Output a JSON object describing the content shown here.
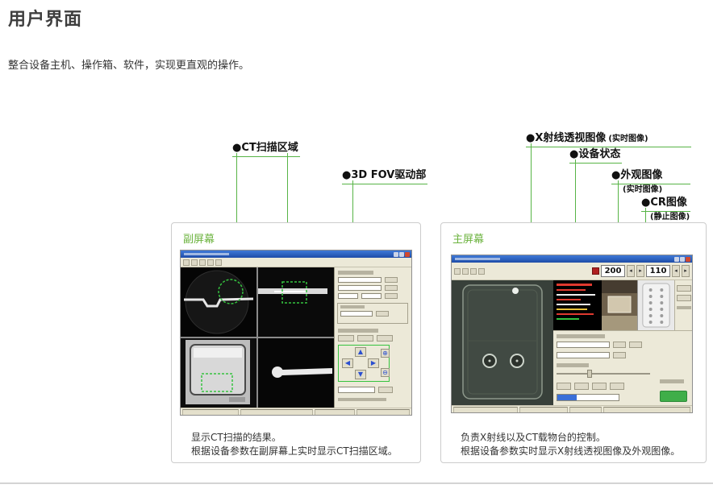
{
  "page": {
    "title": "用户界面",
    "subtitle": "整合设备主机、操作箱、软件，实现更直观的操作。"
  },
  "callouts": {
    "ct_area": {
      "label": "●CT扫描区域"
    },
    "fov_drive": {
      "label": "●3D FOV驱动部"
    },
    "xray_live": {
      "label": "●X射线透视图像",
      "note": "(实时图像)"
    },
    "device_status": {
      "label": "●设备状态"
    },
    "appearance": {
      "label": "●外观图像",
      "note": "(实时图像)"
    },
    "cr": {
      "label": "●CR图像",
      "note": "(静止图像)"
    }
  },
  "panels": {
    "secondary": {
      "label": "副屏幕",
      "caption": [
        "显示CT扫描的结果。",
        "根据设备参数在副屏幕上实时显示CT扫描区域。"
      ]
    },
    "main": {
      "label": "主屏幕",
      "caption": [
        "负责X射线以及CT载物台的控制。",
        "根据设备参数实时显示X射线透视图像及外观图像。"
      ]
    }
  },
  "screens": {
    "main": {
      "kv": "200",
      "ma": "110"
    }
  },
  "icons": {
    "arrow_up": "▲",
    "arrow_down": "▼",
    "arrow_left": "◀",
    "arrow_right": "▶",
    "zoom_in": "⊕",
    "zoom_out": "⊖",
    "step_back": "◂",
    "step_forward": "▸"
  },
  "colors": {
    "accent_green": "#6cb33f",
    "callout_line_green": "#57b446",
    "marker_green": "#35c33f",
    "box_border": "#cccccc",
    "titlebar_blue": "#2b5fc7",
    "window_panel_gray": "#ece9d8",
    "status_text_red": "#e03a2f",
    "action_button_green": "#3fae49"
  }
}
